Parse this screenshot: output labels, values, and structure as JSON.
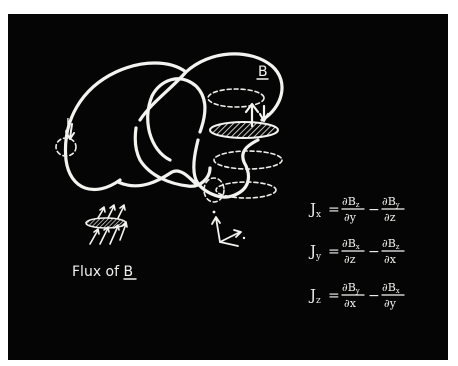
{
  "labels": {
    "B_field": "B",
    "current": "J",
    "flux": "Flux of B"
  },
  "equations": [
    {
      "lhs": "J",
      "sub": "x",
      "t1n": "∂B",
      "t1ns": "z",
      "t1d": "∂y",
      "t2n": "∂B",
      "t2ns": "y",
      "t2d": "∂z"
    },
    {
      "lhs": "J",
      "sub": "y",
      "t1n": "∂B",
      "t1ns": "x",
      "t1d": "∂z",
      "t2n": "∂B",
      "t2ns": "z",
      "t2d": "∂x"
    },
    {
      "lhs": "J",
      "sub": "z",
      "t1n": "∂B",
      "t1ns": "y",
      "t1d": "∂x",
      "t2n": "∂B",
      "t2ns": "x",
      "t2d": "∂y"
    }
  ],
  "colors": {
    "board": "#050505",
    "chalk": "#f3f3f0",
    "page": "#ffffff"
  }
}
